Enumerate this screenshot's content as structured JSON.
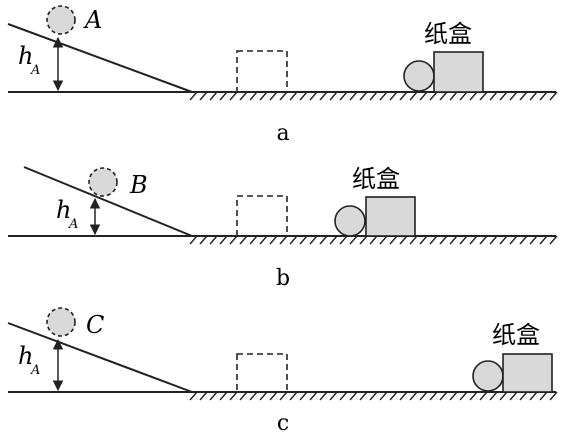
{
  "panels": [
    {
      "caption": "a",
      "ball_label": "A",
      "height_label": "h",
      "height_sub": "A",
      "box_label": "纸盒"
    },
    {
      "caption": "b",
      "ball_label": "B",
      "height_label": "h",
      "height_sub": "A",
      "box_label": "纸盒"
    },
    {
      "caption": "c",
      "ball_label": "C",
      "height_label": "h",
      "height_sub": "A",
      "box_label": "纸盒"
    }
  ],
  "colors": {
    "ink": "#222222",
    "fill": "#d9d9d9",
    "background": "#ffffff"
  }
}
